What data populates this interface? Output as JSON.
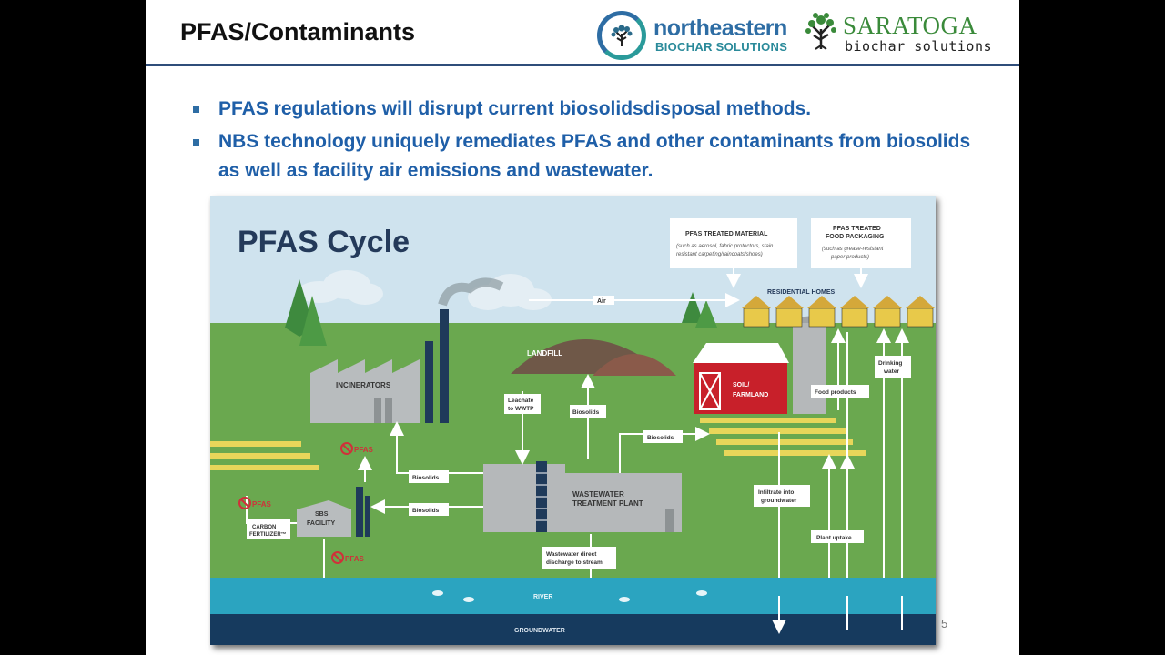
{
  "slide": {
    "title": "PFAS/Contaminants",
    "page_number": "5",
    "bullets": [
      "PFAS regulations will disrupt current biosolidsdisposal methods.",
      "NBS technology uniquely remediates PFAS and other contaminants from biosolids as well as facility air emissions and wastewater."
    ]
  },
  "logos": {
    "nbs_name": "northeastern",
    "nbs_sub": "BIOCHAR SOLUTIONS",
    "saratoga_name": "SARATOGA",
    "saratoga_sub": "biochar solutions"
  },
  "diagram": {
    "title": "PFAS Cycle",
    "treated_material_title": "PFAS TREATED MATERIAL",
    "treated_material_note_1": "(such as aerosol, fabric protectors, stain",
    "treated_material_note_2": "resistant carpeting/raincoats/shoes)",
    "food_packaging_title_1": "PFAS TREATED",
    "food_packaging_title_2": "FOOD PACKAGING",
    "food_packaging_note_1": "(such as grease-resistant",
    "food_packaging_note_2": "paper products)",
    "air": "Air",
    "residential_homes": "RESIDENTIAL HOMES",
    "landfill": "LANDFILL",
    "incinerators": "INCINERATORS",
    "leachate_1": "Leachate",
    "leachate_2": "to WWTP",
    "biosolids_landfill": "Biosolids",
    "biosolids_farm": "Biosolids",
    "biosolids_incinerator": "Biosolids",
    "biosolids_sbs": "Biosolids",
    "soil_farmland_1": "SOIL/",
    "soil_farmland_2": "FARMLAND",
    "food_products": "Food products",
    "drinking_water_1": "Drinking",
    "drinking_water_2": "water",
    "wwtp_1": "WASTEWATER",
    "wwtp_2": "TREATMENT PLANT",
    "pfas_no_1": "PFAS",
    "pfas_no_2": "PFAS",
    "pfas_no_3": "PFAS",
    "sbs_facility_1": "SBS",
    "sbs_facility_2": "FACILITY",
    "carbon_fertilizer_1": "CARBON",
    "carbon_fertilizer_2": "FERTILIZER™",
    "wastewater_discharge_1": "Wastewater direct",
    "wastewater_discharge_2": "discharge to stream",
    "infiltrate_1": "Infiltrate into",
    "infiltrate_2": "groundwater",
    "plant_uptake": "Plant uptake",
    "river": "RIVER",
    "groundwater": "GROUNDWATER"
  }
}
